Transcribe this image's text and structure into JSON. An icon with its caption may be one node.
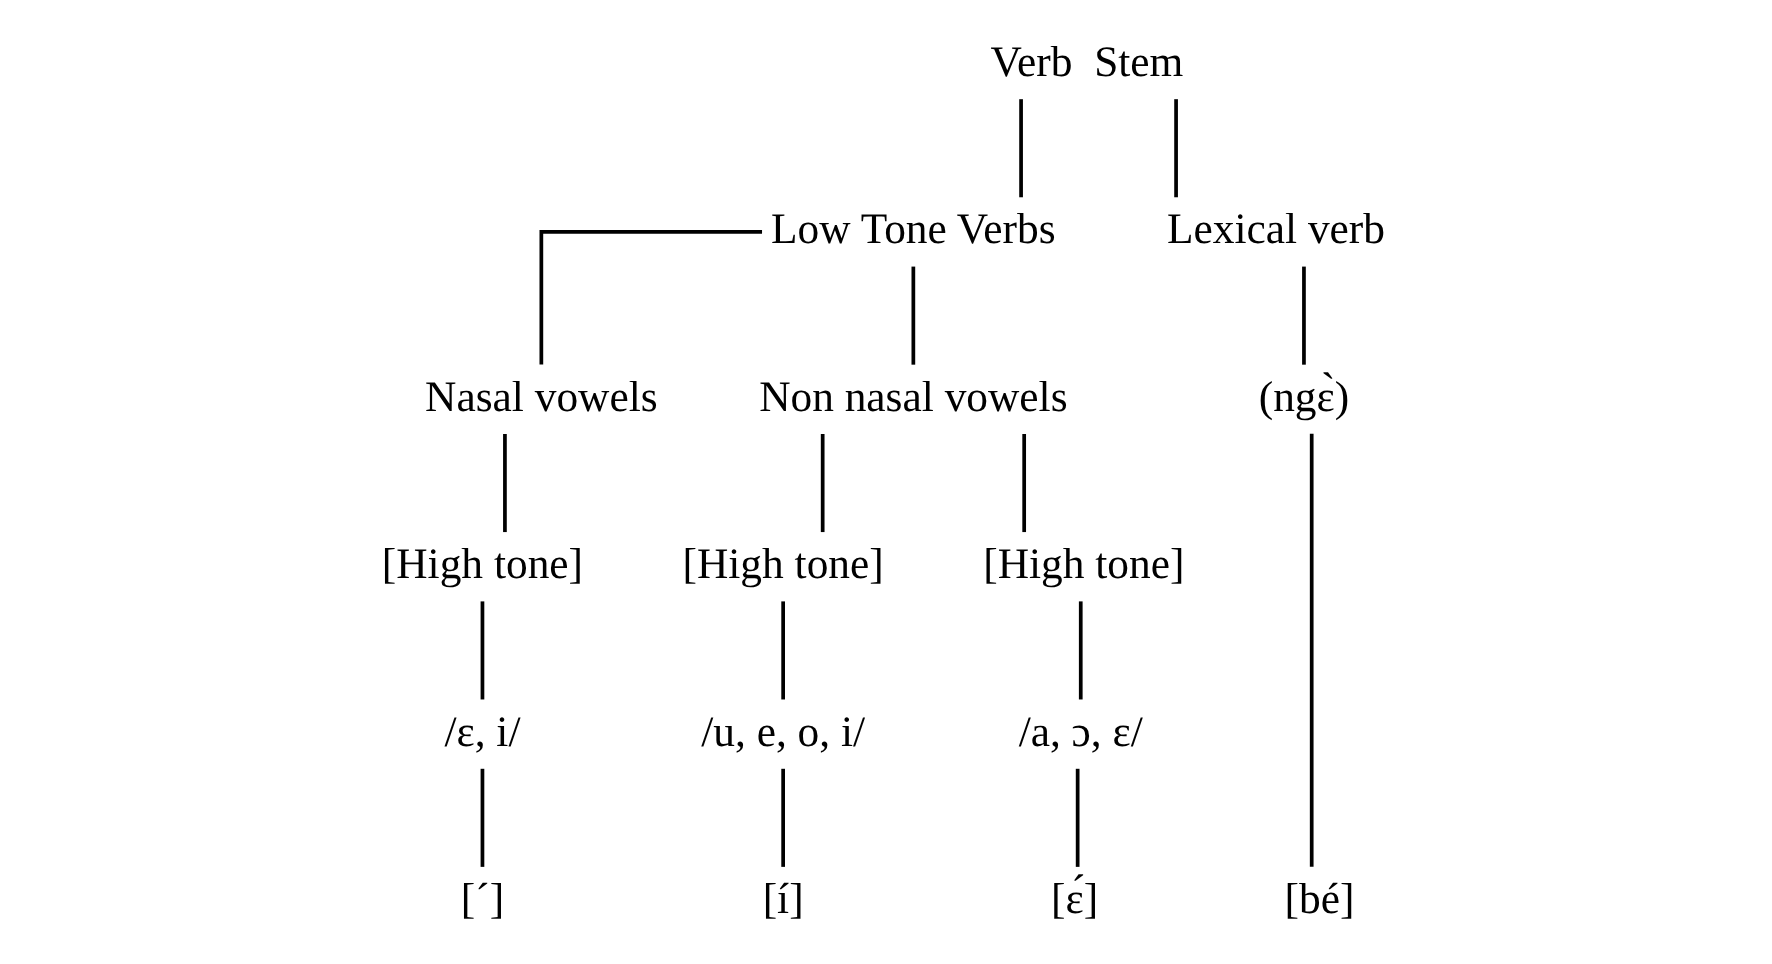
{
  "diagram": {
    "nodes": [
      {
        "text": [
          "Verb  Stem"
        ]
      },
      {
        "text": [
          "Low Tone Verbs"
        ]
      },
      {
        "text": [
          "Lexical verb"
        ]
      },
      {
        "text": [
          "Nasal vowels"
        ]
      },
      {
        "text": [
          "Non nasal vowels"
        ]
      },
      {
        "text": [
          "(ngɛ̀)"
        ]
      },
      {
        "text": [
          "[High tone]"
        ]
      },
      {
        "text": [
          "[High tone]"
        ]
      },
      {
        "text": [
          "[High tone]"
        ]
      },
      {
        "text": [
          "/ɛ, i/"
        ]
      },
      {
        "text": [
          "/u, e, o, i/"
        ]
      },
      {
        "text": [
          "/a, ɔ, ɛ/"
        ]
      },
      {
        "text": [
          "[´]"
        ]
      },
      {
        "text": [
          "[í]"
        ]
      },
      {
        "text": [
          "[ɛ́]"
        ]
      },
      {
        "text": [
          "[bé]"
        ]
      }
    ],
    "edges": [
      {
        "from": 0,
        "to": 1,
        "arrow": "none"
      },
      {
        "from": 0,
        "to": 2,
        "arrow": "none"
      },
      {
        "from": 1,
        "to": 3,
        "arrow": "none"
      },
      {
        "from": 1,
        "to": 4,
        "arrow": "none"
      },
      {
        "from": 2,
        "to": 5,
        "arrow": "none"
      },
      {
        "from": 4,
        "to": 7,
        "arrow": "none"
      },
      {
        "from": 4,
        "to": 8,
        "arrow": "none"
      },
      {
        "from": 3,
        "to": 6,
        "arrow": "none"
      },
      {
        "from": 6,
        "to": 9,
        "arrow": "none"
      },
      {
        "from": 7,
        "to": 10,
        "arrow": "none"
      },
      {
        "from": 8,
        "to": 11,
        "arrow": "none"
      },
      {
        "from": 9,
        "to": 12,
        "arrow": "none"
      },
      {
        "from": 10,
        "to": 13,
        "arrow": "none"
      },
      {
        "from": 11,
        "to": 14,
        "arrow": "none"
      },
      {
        "from": 5,
        "to": 15,
        "arrow": "none"
      }
    ]
  }
}
